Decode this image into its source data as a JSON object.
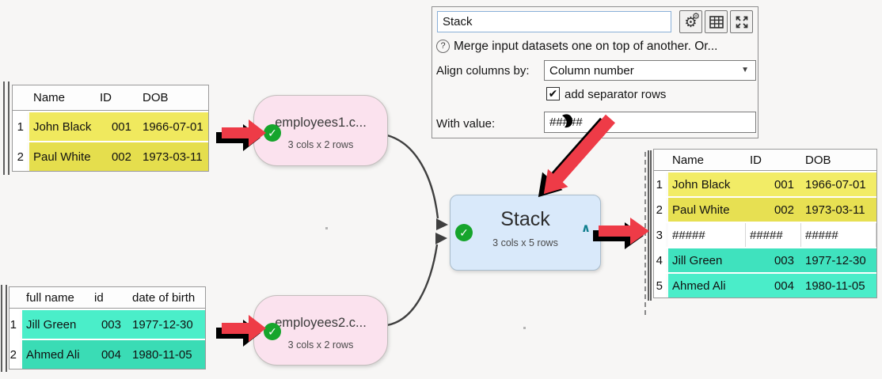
{
  "panel": {
    "title_value": "Stack",
    "help_text": "Merge input datasets one on top of another. Or...",
    "align_label": "Align columns by:",
    "align_value": "Column number",
    "separator_label": "add separator rows",
    "separator_checked": true,
    "with_value_label": "With value:",
    "with_value": "#####"
  },
  "icons": {
    "check": "✓",
    "checkbox_check": "✔",
    "dropdown_arrow": "▼",
    "help": "?",
    "gear_large": "⚙",
    "gear_small": "⚙",
    "collapse_caret": "∧"
  },
  "nodes": {
    "employees1": {
      "title": "employees1.c...",
      "subtitle": "3 cols x 2 rows"
    },
    "employees2": {
      "title": "employees2.c...",
      "subtitle": "3 cols x 2 rows"
    },
    "stack": {
      "title": "Stack",
      "subtitle": "3 cols x 5 rows"
    }
  },
  "tables": {
    "top_left": {
      "headers": [
        "Name",
        "ID",
        "DOB"
      ],
      "rows": [
        {
          "num": "1",
          "cells": [
            "John Black",
            "001",
            "1966-07-01"
          ],
          "bg": "#f0e95e"
        },
        {
          "num": "2",
          "cells": [
            "Paul White",
            "002",
            "1973-03-11"
          ],
          "bg": "#e5de4d"
        }
      ]
    },
    "bottom_left": {
      "headers": [
        "full name",
        "id",
        "date of birth"
      ],
      "rows": [
        {
          "num": "1",
          "cells": [
            "Jill Green",
            "003",
            "1977-12-30"
          ],
          "bg": "#4aeec9"
        },
        {
          "num": "2",
          "cells": [
            "Ahmed Ali",
            "004",
            "1980-11-05"
          ],
          "bg": "#3adcb5"
        }
      ]
    },
    "output": {
      "headers": [
        "Name",
        "ID",
        "DOB"
      ],
      "rows": [
        {
          "num": "1",
          "cells": [
            "John Black",
            "001",
            "1966-07-01"
          ],
          "bg": "#f2ec66"
        },
        {
          "num": "2",
          "cells": [
            "Paul White",
            "002",
            "1973-03-11"
          ],
          "bg": "#e7e052"
        },
        {
          "num": "3",
          "cells": [
            "#####",
            "#####",
            "#####"
          ],
          "bg": "#ffffff"
        },
        {
          "num": "4",
          "cells": [
            "Jill Green",
            "003",
            "1977-12-30"
          ],
          "bg": "#3fe2be"
        },
        {
          "num": "5",
          "cells": [
            "Ahmed Ali",
            "004",
            "1980-11-05"
          ],
          "bg": "#4aedc9"
        }
      ]
    }
  },
  "colors": {
    "arrow_red": "#ee3b47",
    "connector": "#3f3f3f",
    "check_green": "#16a52c",
    "node_pink": "#fbe2ee",
    "node_blue": "#d9e9fa",
    "caret_teal": "#107f8e",
    "canvas_bg": "#f7f6f5"
  }
}
